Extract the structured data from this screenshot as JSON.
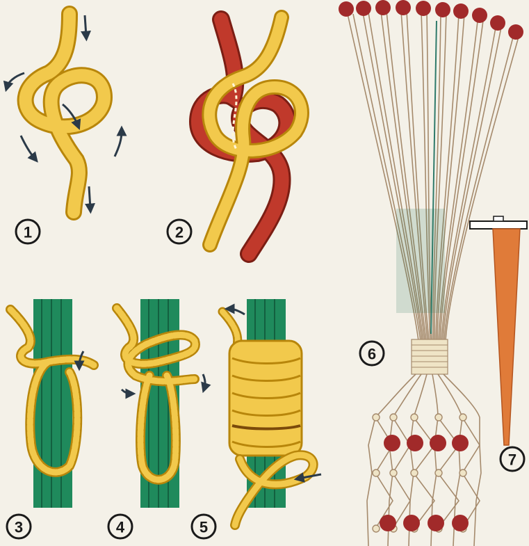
{
  "figure_labels": [
    "1",
    "2",
    "3",
    "4",
    "5",
    "6",
    "7"
  ],
  "colors": {
    "paper": "#f4f1e8",
    "cord_yellow": "#f2c94c",
    "cord_yellow_edge": "#b8860b",
    "cord_red": "#c0392b",
    "cord_red_edge": "#7b1e14",
    "rod_green": "#1f8a5c",
    "rod_green_dark": "#136040",
    "arrow": "#2b3a48",
    "thread": "#a58a6c",
    "bead": "#a12a2a",
    "peg": "#e07b39"
  },
  "icons": [
    "knot-diagram",
    "bead",
    "peg"
  ]
}
